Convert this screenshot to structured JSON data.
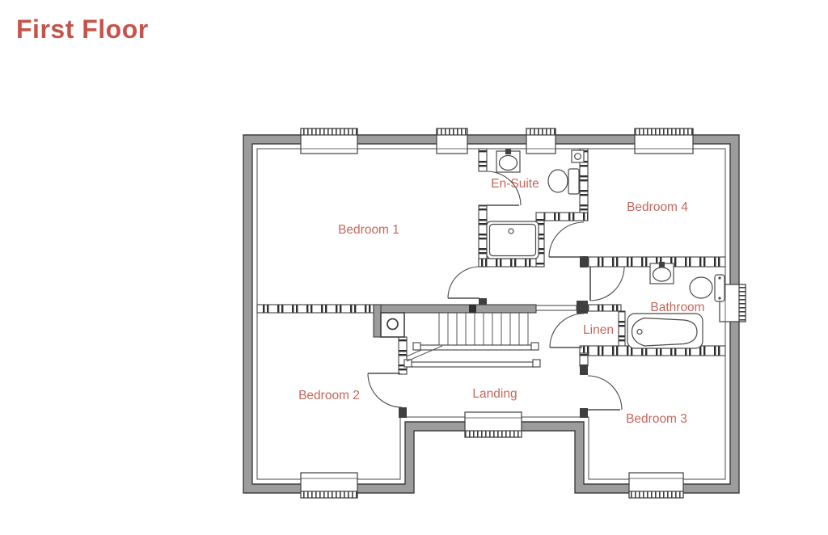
{
  "page": {
    "title": "First Floor"
  },
  "plan": {
    "rooms": [
      {
        "name": "bedroom-1",
        "label": "Bedroom 1"
      },
      {
        "name": "en-suite",
        "label": "En-Suite"
      },
      {
        "name": "bedroom-4",
        "label": "Bedroom 4"
      },
      {
        "name": "bathroom",
        "label": "Bathroom"
      },
      {
        "name": "linen",
        "label": "Linen"
      },
      {
        "name": "bedroom-2",
        "label": "Bedroom 2"
      },
      {
        "name": "landing",
        "label": "Landing"
      },
      {
        "name": "bedroom-3",
        "label": "Bedroom 3"
      }
    ],
    "fixtures": [
      "shower-tray",
      "ensuite-sink",
      "ensuite-toilet",
      "ensuite-cistern",
      "cylinder-cupboard",
      "staircase",
      "bathroom-sink",
      "bathroom-toilet",
      "bathtub"
    ],
    "window_count": 8,
    "door_count": 7,
    "colors": {
      "title": "#c5544b",
      "room_label": "#c4685c",
      "wall_fill": "#9c9c9c",
      "line": "#3f3f3f"
    }
  }
}
